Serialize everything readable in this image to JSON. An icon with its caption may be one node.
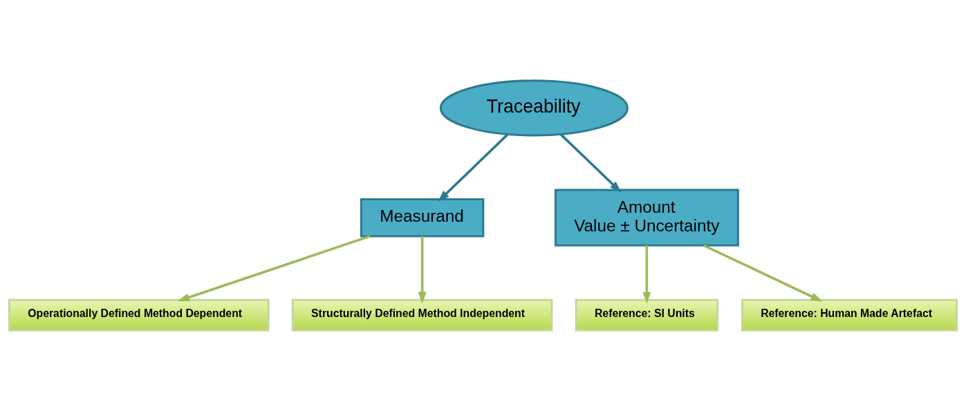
{
  "diagram": {
    "nodes": [
      {
        "text": [
          "Traceability"
        ]
      },
      {
        "text": [
          "Measurand"
        ]
      },
      {
        "text": [
          "Amount",
          "Value ± Uncertainty"
        ]
      },
      {
        "text": [
          "Operationally Defined Method Dependent"
        ]
      },
      {
        "text": [
          "Structurally Defined Method Independent"
        ]
      },
      {
        "text": [
          "Reference: SI Units"
        ]
      },
      {
        "text": [
          "Reference: Human Made Artefact"
        ]
      }
    ],
    "edges": [
      {
        "from": 0,
        "to": 1,
        "arrow": "to",
        "color": "#2e7a8e"
      },
      {
        "from": 0,
        "to": 2,
        "arrow": "to",
        "color": "#2e7a8e"
      },
      {
        "from": 1,
        "to": 3,
        "arrow": "to"
      },
      {
        "from": 1,
        "to": 4,
        "arrow": "to"
      },
      {
        "from": 2,
        "to": 5,
        "arrow": "to"
      },
      {
        "from": 2,
        "to": 6,
        "arrow": "to"
      }
    ]
  }
}
